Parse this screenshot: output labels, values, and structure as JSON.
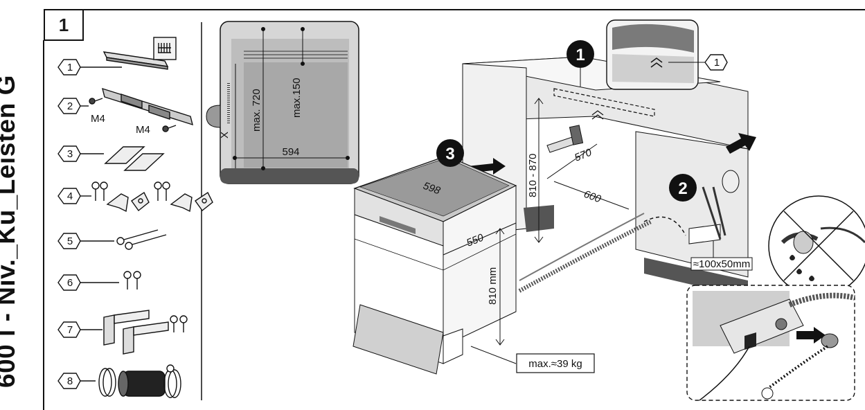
{
  "doc_title": "600 l - Niv._Ku_Leisten G",
  "step_number": "1",
  "parts": [
    {
      "num": "1",
      "label": ""
    },
    {
      "num": "2",
      "label": "M4"
    },
    {
      "num": "3",
      "label": ""
    },
    {
      "num": "4",
      "label": ""
    },
    {
      "num": "5",
      "label": ""
    },
    {
      "num": "6",
      "label": ""
    },
    {
      "num": "7",
      "label": ""
    },
    {
      "num": "8",
      "label": ""
    }
  ],
  "part2_second_label": "M4",
  "niche_dims": {
    "height": "max. 720",
    "depth": "max.150",
    "width": "594",
    "side": "X"
  },
  "callouts": {
    "step1": "1",
    "step2": "2",
    "step3": "3",
    "detail_part": "1"
  },
  "appliance_dims": {
    "width": "598",
    "depth": "550",
    "height": "810 mm",
    "weight": "max.≈39 kg"
  },
  "cabinet_dims": {
    "height_range": "810 - 870",
    "depth": "570",
    "width": "600",
    "opening": "≈100x50mm"
  }
}
